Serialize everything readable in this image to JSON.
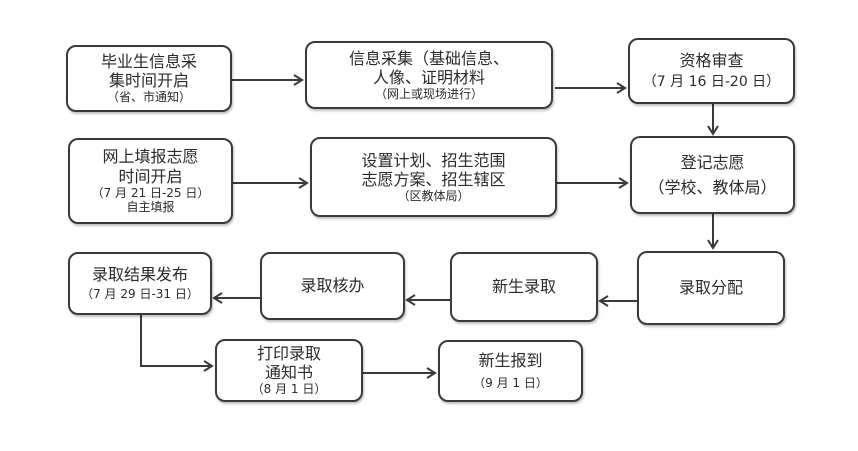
{
  "diagram": {
    "nodes": {
      "graduate_info_open": {
        "lines": [
          "毕业生信息采",
          "集时间开启"
        ],
        "note": "（省、市通知）"
      },
      "info_collection": {
        "lines": [
          "信息采集（基础信息、",
          "人像、证明材料"
        ],
        "note": "（网上或现场进行）"
      },
      "qualification_review": {
        "lines": [
          "资格审查"
        ],
        "note": "（7 月 16 日-20 日）"
      },
      "online_application_open": {
        "lines": [
          "网上填报志愿",
          "时间开启"
        ],
        "note": "（7 月 21 日-25 日）",
        "note2": "自主填报"
      },
      "plan_setup": {
        "lines": [
          "设置计划、招生范围",
          "志愿方案、招生辖区"
        ],
        "note": "（区教体局）"
      },
      "register_choice": {
        "lines": [
          "登记志愿"
        ],
        "note": "（学校、教体局）"
      },
      "result_publish": {
        "lines": [
          "录取结果发布"
        ],
        "note": "（7 月 29 日-31 日）"
      },
      "admission_verify": {
        "lines": [
          "录取核办"
        ]
      },
      "new_student_admission": {
        "lines": [
          "新生录取"
        ]
      },
      "admission_allocation": {
        "lines": [
          "录取分配"
        ]
      },
      "print_notice": {
        "lines": [
          "打印录取",
          "通知书"
        ],
        "note": "（8 月 1 日）"
      },
      "student_report": {
        "lines": [
          "新生报到"
        ],
        "note": "（9 月 1 日）"
      }
    },
    "edges": [
      [
        "graduate_info_open",
        "info_collection"
      ],
      [
        "info_collection",
        "qualification_review"
      ],
      [
        "qualification_review",
        "register_choice"
      ],
      [
        "online_application_open",
        "plan_setup"
      ],
      [
        "plan_setup",
        "register_choice"
      ],
      [
        "register_choice",
        "admission_allocation"
      ],
      [
        "admission_allocation",
        "new_student_admission"
      ],
      [
        "new_student_admission",
        "admission_verify"
      ],
      [
        "admission_verify",
        "result_publish"
      ],
      [
        "result_publish",
        "print_notice"
      ],
      [
        "print_notice",
        "student_report"
      ]
    ]
  }
}
